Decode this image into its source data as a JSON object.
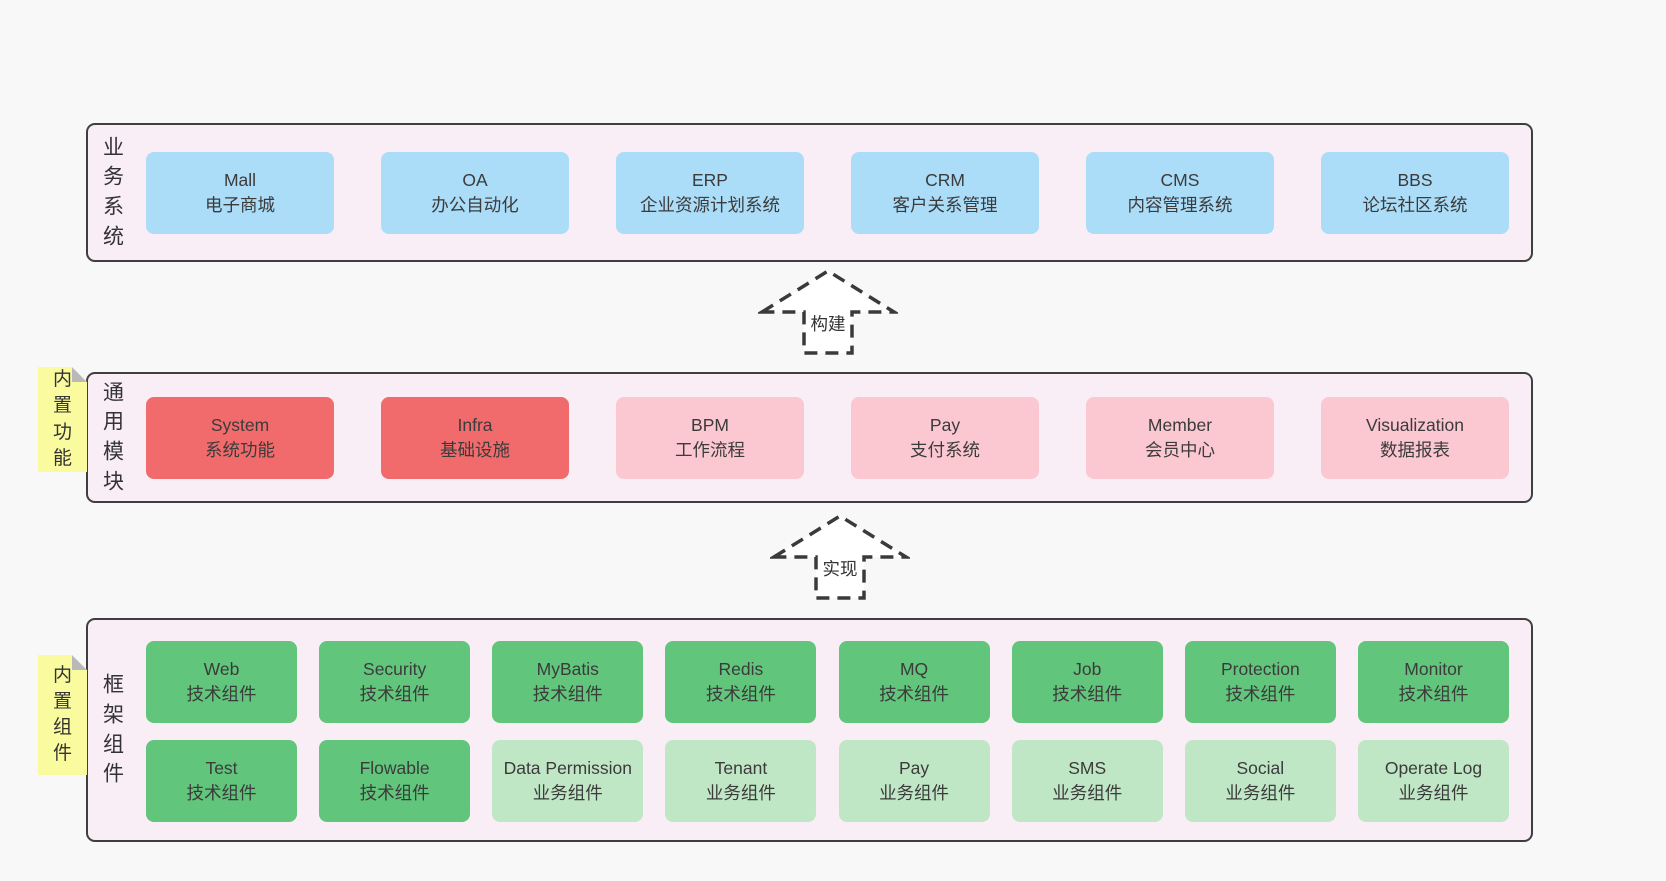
{
  "palette": {
    "page_bg": "#f8f8f8",
    "panel_bg": "#f9edf6",
    "panel_border": "#3f3f3f",
    "blue_box": "#abdcf8",
    "red_box": "#f16b6c",
    "pink_box": "#fbc7d1",
    "green_box": "#61c57b",
    "light_green_box": "#c0e7c5",
    "note_yellow": "#fafa9e",
    "note_fold_gray": "#b9b9b9",
    "text": "#3b3b3b",
    "arrow_outline": "#3a3a3a"
  },
  "business": {
    "label": "业务系统",
    "boxes": [
      {
        "en": "Mall",
        "zh": "电子商城"
      },
      {
        "en": "OA",
        "zh": "办公自动化"
      },
      {
        "en": "ERP",
        "zh": "企业资源计划系统"
      },
      {
        "en": "CRM",
        "zh": "客户关系管理"
      },
      {
        "en": "CMS",
        "zh": "内容管理系统"
      },
      {
        "en": "BBS",
        "zh": "论坛社区系统"
      }
    ]
  },
  "arrow_build": {
    "label": "构建"
  },
  "modules": {
    "label": "通用模块",
    "note": "内置功能",
    "boxes": [
      {
        "en": "System",
        "zh": "系统功能"
      },
      {
        "en": "Infra",
        "zh": "基础设施"
      },
      {
        "en": "BPM",
        "zh": "工作流程"
      },
      {
        "en": "Pay",
        "zh": "支付系统"
      },
      {
        "en": "Member",
        "zh": "会员中心"
      },
      {
        "en": "Visualization",
        "zh": "数据报表"
      }
    ]
  },
  "arrow_implement": {
    "label": "实现"
  },
  "components": {
    "label": "框架组件",
    "note": "内置组件",
    "row1": [
      {
        "en": "Web",
        "zh": "技术组件"
      },
      {
        "en": "Security",
        "zh": "技术组件"
      },
      {
        "en": "MyBatis",
        "zh": "技术组件"
      },
      {
        "en": "Redis",
        "zh": "技术组件"
      },
      {
        "en": "MQ",
        "zh": "技术组件"
      },
      {
        "en": "Job",
        "zh": "技术组件"
      },
      {
        "en": "Protection",
        "zh": "技术组件"
      },
      {
        "en": "Monitor",
        "zh": "技术组件"
      }
    ],
    "row2": [
      {
        "en": "Test",
        "zh": "技术组件"
      },
      {
        "en": "Flowable",
        "zh": "技术组件"
      },
      {
        "en": "Data Permission",
        "zh": "业务组件"
      },
      {
        "en": "Tenant",
        "zh": "业务组件"
      },
      {
        "en": "Pay",
        "zh": "业务组件"
      },
      {
        "en": "SMS",
        "zh": "业务组件"
      },
      {
        "en": "Social",
        "zh": "业务组件"
      },
      {
        "en": "Operate Log",
        "zh": "业务组件"
      }
    ]
  }
}
